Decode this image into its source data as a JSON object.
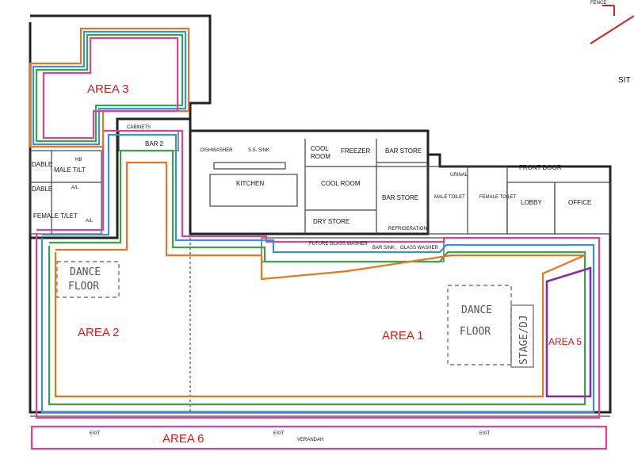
{
  "labels": {
    "fence": "FENCE",
    "site": "SIT",
    "area1": "AREA 1",
    "area2": "AREA 2",
    "area3": "AREA 3",
    "area5": "AREA 5",
    "area6": "AREA 6",
    "dance_floor_1": "DANCE",
    "dance_floor_2": "FLOOR",
    "stage": "STAGE/DJ",
    "bar2": "BAR 2",
    "cool_room_small_1": "COOL",
    "cool_room_small_2": "ROOM",
    "freezer": "FREEZER",
    "bar_store_top": "BAR STORE",
    "kitchen": "KITCHEN",
    "cool_room": "COOL ROOM",
    "bar_store": "BAR STORE",
    "dry_store": "DRY STORE",
    "refrigeration": "REFRIGERATION",
    "dishwasher": "DISHWASHER",
    "ss_sink": "S.S. SINK",
    "cabinets": "CABINETS",
    "male_wc": "MALE TOILET",
    "female_wc": "FEMALE TOILET",
    "male_wc_left": "MALE T/LT",
    "female_wc_left": "FEMALE T/LET",
    "disable_1": "DABLE",
    "disable_2": "DABLE",
    "lobby": "LOBBY",
    "office": "OFFICE",
    "front_door": "FRONT DOOR",
    "bar_sink": "BAR SINK",
    "glass_washer": "GLASS WASHER",
    "future_glass_washer": "FUTURE GLASS WASHER",
    "exit": "EXIT",
    "verandah": "VERANDAH",
    "al": "A/L",
    "urinal": "URINAL",
    "hb": "HB"
  },
  "colors": {
    "pink": "#e0409a",
    "blue": "#3b8fe0",
    "green": "#34a845",
    "orange": "#e8761e",
    "purple": "#8a2aa0",
    "red_label": "#d11a1a",
    "fence_red": "#d42020"
  }
}
